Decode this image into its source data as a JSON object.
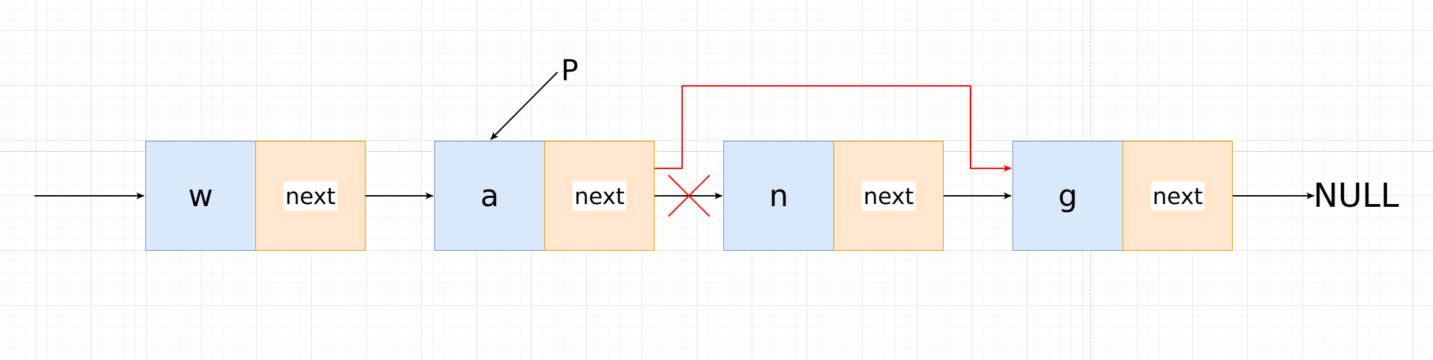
{
  "nodes": [
    {
      "value": "w",
      "next_label": "next"
    },
    {
      "value": "a",
      "next_label": "next"
    },
    {
      "value": "n",
      "next_label": "next"
    },
    {
      "value": "g",
      "next_label": "next"
    }
  ],
  "pointer_label": "P",
  "null_label": "NULL",
  "colors": {
    "data_fill": "#dae8fc",
    "data_stroke": "#6c8ebf",
    "next_fill": "#ffe6cc",
    "next_stroke": "#d79b00",
    "arrow": "#000000",
    "relink_arrow": "#ff0000"
  }
}
